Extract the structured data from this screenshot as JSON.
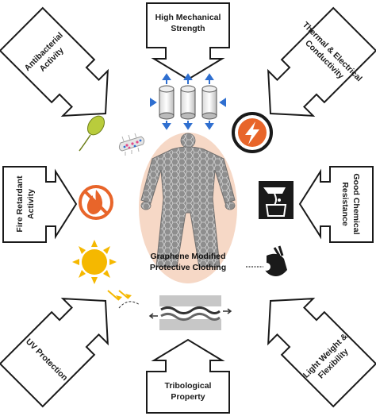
{
  "center": {
    "line1": "Graphene Modified",
    "line2": "Protective Clothing"
  },
  "properties": {
    "top": {
      "line1": "High Mechanical",
      "line2": "Strength",
      "icon": "stretching-cylinders-icon"
    },
    "top_right": {
      "line1": "Thermal & Electrical",
      "line2": "Conductivity",
      "icon": "lightning-bolt-icon"
    },
    "right": {
      "line1": "Good Chemical",
      "line2": "Resistance",
      "icon": "chemical-beaker-icon"
    },
    "bottom_right": {
      "line1": "Light Weight &",
      "line2": "Flexibility",
      "icon": "hand-holding-feather-icon"
    },
    "bottom": {
      "line1": "Tribological",
      "line2": "Property",
      "icon": "sliding-layers-icon"
    },
    "bottom_left": {
      "line1": "UV Protection",
      "line2": "",
      "icon": "sun-icon"
    },
    "left": {
      "line1": "Fire Retardant",
      "line2": "Activity",
      "icon": "no-fire-icon"
    },
    "top_left": {
      "line1": "Antibacterial",
      "line2": "Activity",
      "icon": "bacteria-icon"
    }
  },
  "colors": {
    "center_oval": "#f6d8c6",
    "suit": "#8e8e8e",
    "arrow_outline": "#1a1a1a",
    "fire_badge": "#e8652a",
    "bolt_badge": "#e8652a",
    "sun": "#f5b800"
  }
}
